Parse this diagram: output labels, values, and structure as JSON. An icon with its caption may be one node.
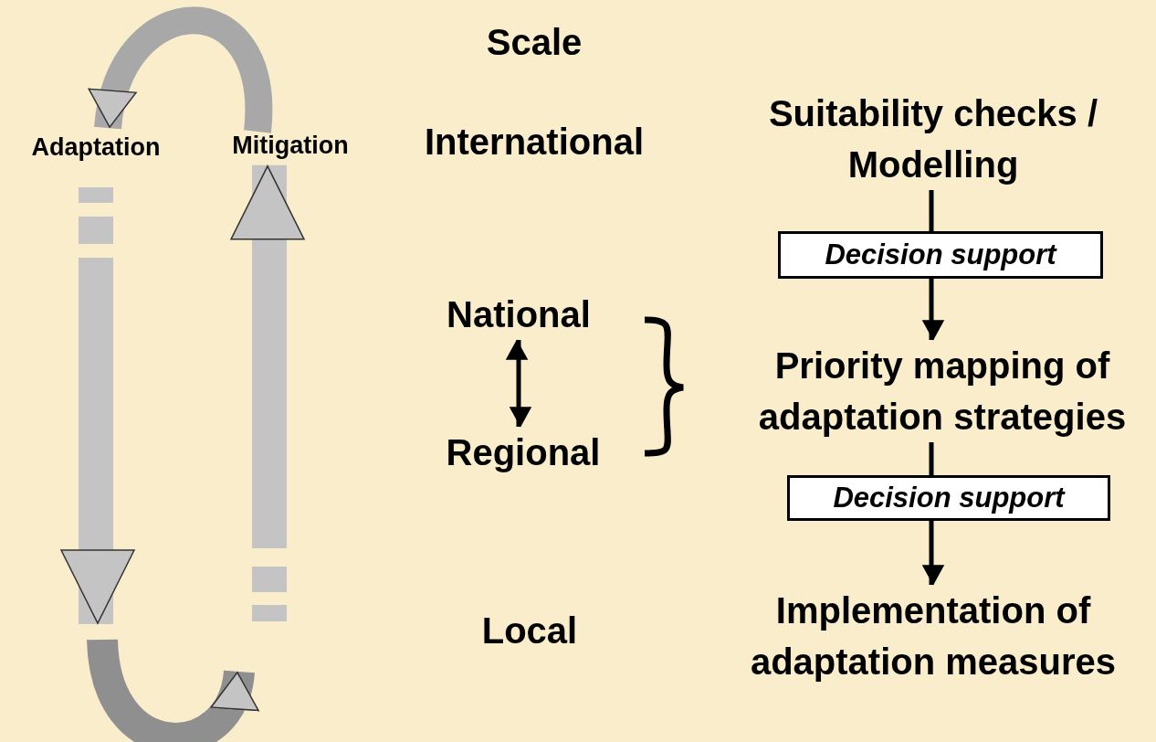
{
  "diagram": {
    "nodes": [
      {
        "text": [
          "Adaptation"
        ]
      },
      {
        "text": [
          "Mitigation"
        ]
      },
      {
        "text": [
          "National"
        ]
      },
      {
        "text": [
          "Regional"
        ]
      },
      {
        "text": [
          "Suitability checks / Modelling"
        ]
      },
      {
        "text": [
          "Decision support"
        ]
      },
      {
        "text": [
          "Priority mapping of adaptation strategies"
        ]
      },
      {
        "text": [
          "Decision support"
        ]
      },
      {
        "text": [
          "Implementation of adaptation measures"
        ]
      }
    ],
    "edges": [
      {
        "from": 1,
        "to": 0,
        "arrow": "to",
        "style": "thick",
        "color": "#a8a8a8"
      },
      {
        "from": 0,
        "to": null,
        "arrow": "to",
        "style": "thick",
        "color": "#c4c4c4"
      },
      {
        "from": null,
        "to": 1,
        "arrow": "to",
        "style": "thick",
        "color": "#c4c4c4"
      },
      {
        "from": 2,
        "to": 3,
        "arrow": "both"
      },
      {
        "from": 4,
        "to": 5,
        "arrow": "none"
      },
      {
        "from": 5,
        "to": 6,
        "arrow": "to"
      },
      {
        "from": 6,
        "to": 7,
        "arrow": "none"
      },
      {
        "from": 7,
        "to": 8,
        "arrow": "to"
      }
    ],
    "labels": [
      "Scale",
      "International",
      "Local"
    ]
  }
}
